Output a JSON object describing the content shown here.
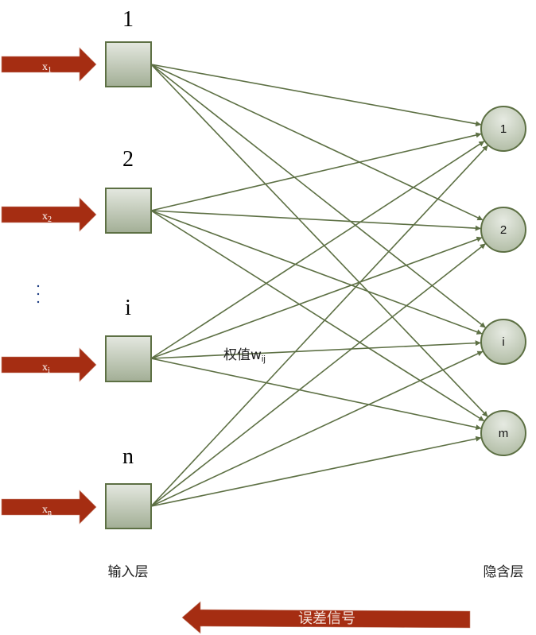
{
  "title": "BP neural network: input layer to hidden layer",
  "colors": {
    "arrow_fill": "#a52d12",
    "node_stroke": "#5d7044",
    "edge_stroke": "#5d7044",
    "node_fill_top": "#e3e7df",
    "node_fill_bottom": "#a4b197"
  },
  "input_layer": {
    "label": "输入层",
    "nodes": [
      {
        "id": "1",
        "label": "1",
        "x_base": "x",
        "x_sub": "1"
      },
      {
        "id": "2",
        "label": "2",
        "x_base": "x",
        "x_sub": "2"
      },
      {
        "id": "i",
        "label": "i",
        "x_base": "x",
        "x_sub": "i"
      },
      {
        "id": "n",
        "label": "n",
        "x_base": "x",
        "x_sub": "n"
      }
    ],
    "ellipsis": "⋮"
  },
  "hidden_layer": {
    "label": "隐含层",
    "nodes": [
      {
        "id": "1",
        "label": "1"
      },
      {
        "id": "2",
        "label": "2"
      },
      {
        "id": "i",
        "label": "i"
      },
      {
        "id": "m",
        "label": "m"
      }
    ]
  },
  "weight_label": {
    "text": "权值",
    "symbol": "w",
    "sub": "ij"
  },
  "error_signal": {
    "label": "误差信号",
    "direction": "left"
  },
  "connections": "fully-connected"
}
